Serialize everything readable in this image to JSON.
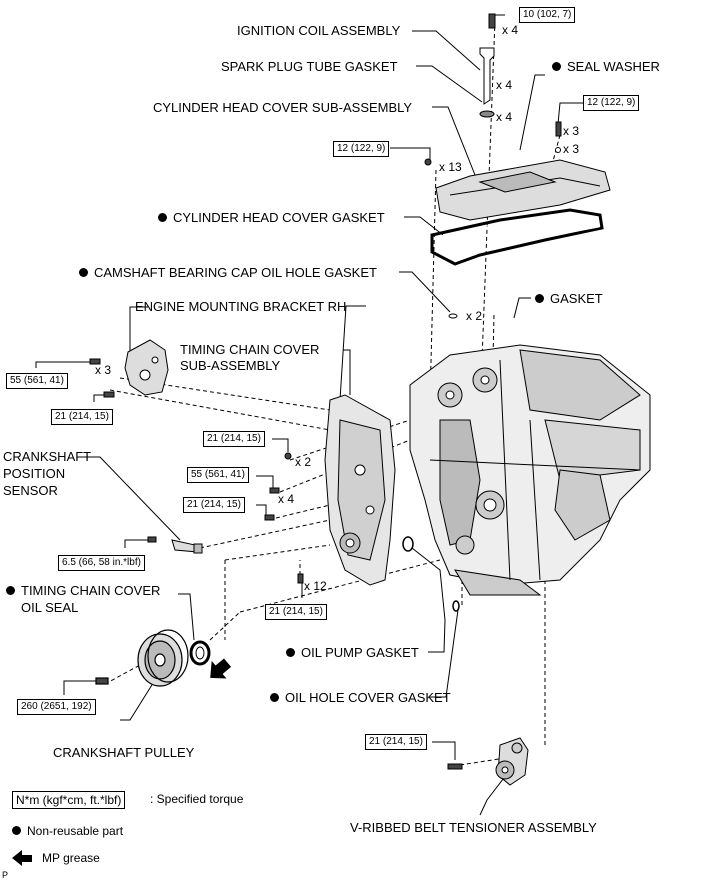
{
  "labels": {
    "ignition_coil": "IGNITION COIL ASSEMBLY",
    "spark_plug_tube_gasket": "SPARK PLUG TUBE GASKET",
    "cylinder_head_cover": "CYLINDER HEAD COVER SUB-ASSEMBLY",
    "seal_washer": "SEAL WASHER",
    "cylinder_head_cover_gasket": "CYLINDER HEAD COVER GASKET",
    "camshaft_gasket": "CAMSHAFT BEARING CAP OIL HOLE GASKET",
    "gasket": "GASKET",
    "engine_mounting_bracket": "ENGINE MOUNTING BRACKET RH",
    "timing_chain_cover_1": "TIMING CHAIN COVER",
    "timing_chain_cover_2": "SUB-ASSEMBLY",
    "crank_sensor_1": "CRANKSHAFT",
    "crank_sensor_2": "POSITION",
    "crank_sensor_3": "SENSOR",
    "timing_oil_seal_1": "TIMING CHAIN COVER",
    "timing_oil_seal_2": "OIL SEAL",
    "oil_pump_gasket": "OIL PUMP GASKET",
    "oil_hole_cover_gasket": "OIL HOLE COVER GASKET",
    "crankshaft_pulley": "CRANKSHAFT PULLEY",
    "v_belt_tensioner": "V-RIBBED BELT TENSIONER ASSEMBLY"
  },
  "torques": {
    "t1": "10 (102, 7)",
    "t2": "12 (122, 9)",
    "t3": "12 (122, 9)",
    "t4": "55 (561, 41)",
    "t5": "21 (214, 15)",
    "t6": "21 (214, 15)",
    "t7": "55 (561, 41)",
    "t8": "21 (214, 15)",
    "t9": "6.5 (66, 58 in.*lbf)",
    "t10": "21 (214, 15)",
    "t11": "260 (2651, 192)",
    "t12": "21 (214, 15)"
  },
  "quantities": {
    "q1": "x 4",
    "q2": "x 4",
    "q3": "x 4",
    "q4": "x 3",
    "q5": "x 3",
    "q6": "x 13",
    "q7": "x 2",
    "q8": "x 3",
    "q9": "x 2",
    "q10": "x 4",
    "q11": "x 12"
  },
  "legend": {
    "torque_unit": "N*m (kgf*cm, ft.*lbf)",
    "torque_desc": ": Specified torque",
    "non_reusable": "Non-reusable part",
    "mp_grease": "MP grease"
  },
  "corner_mark": "P"
}
